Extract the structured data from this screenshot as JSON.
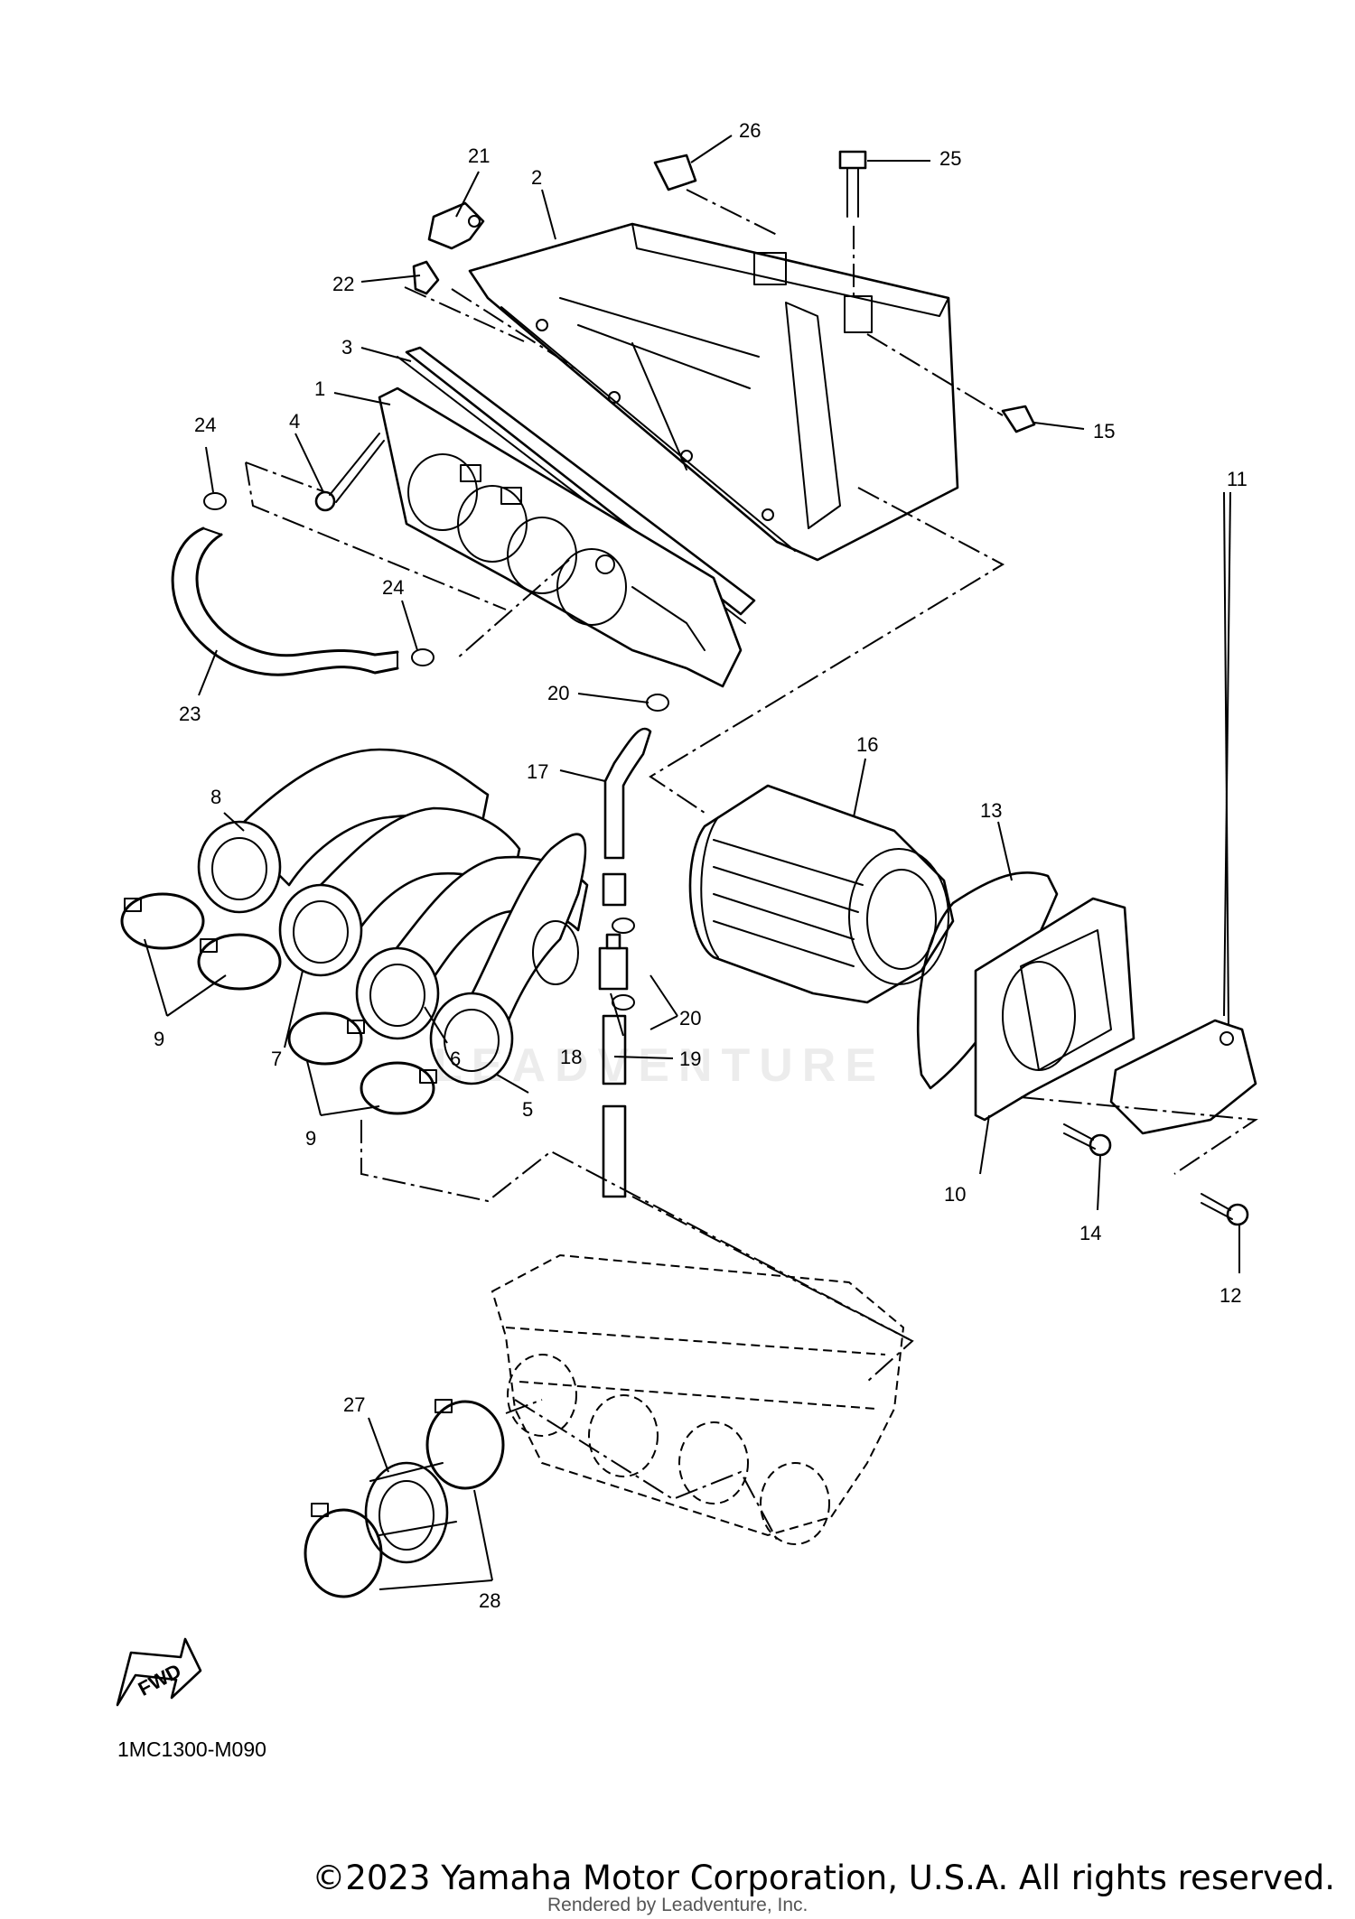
{
  "diagram": {
    "code": "1MC1300-M090",
    "fwd_label": "FWD",
    "watermark": "LEADVENTURE",
    "copyright": "©2023 Yamaha Motor Corporation, U.S.A. All rights reserved.",
    "rendered_by": "Rendered by Leadventure, Inc.",
    "callouts": [
      "1",
      "2",
      "3",
      "4",
      "5",
      "6",
      "7",
      "8",
      "9",
      "9",
      "10",
      "11",
      "12",
      "13",
      "14",
      "15",
      "16",
      "17",
      "18",
      "19",
      "20",
      "20",
      "21",
      "22",
      "23",
      "24",
      "24",
      "25",
      "26",
      "27",
      "28"
    ]
  }
}
